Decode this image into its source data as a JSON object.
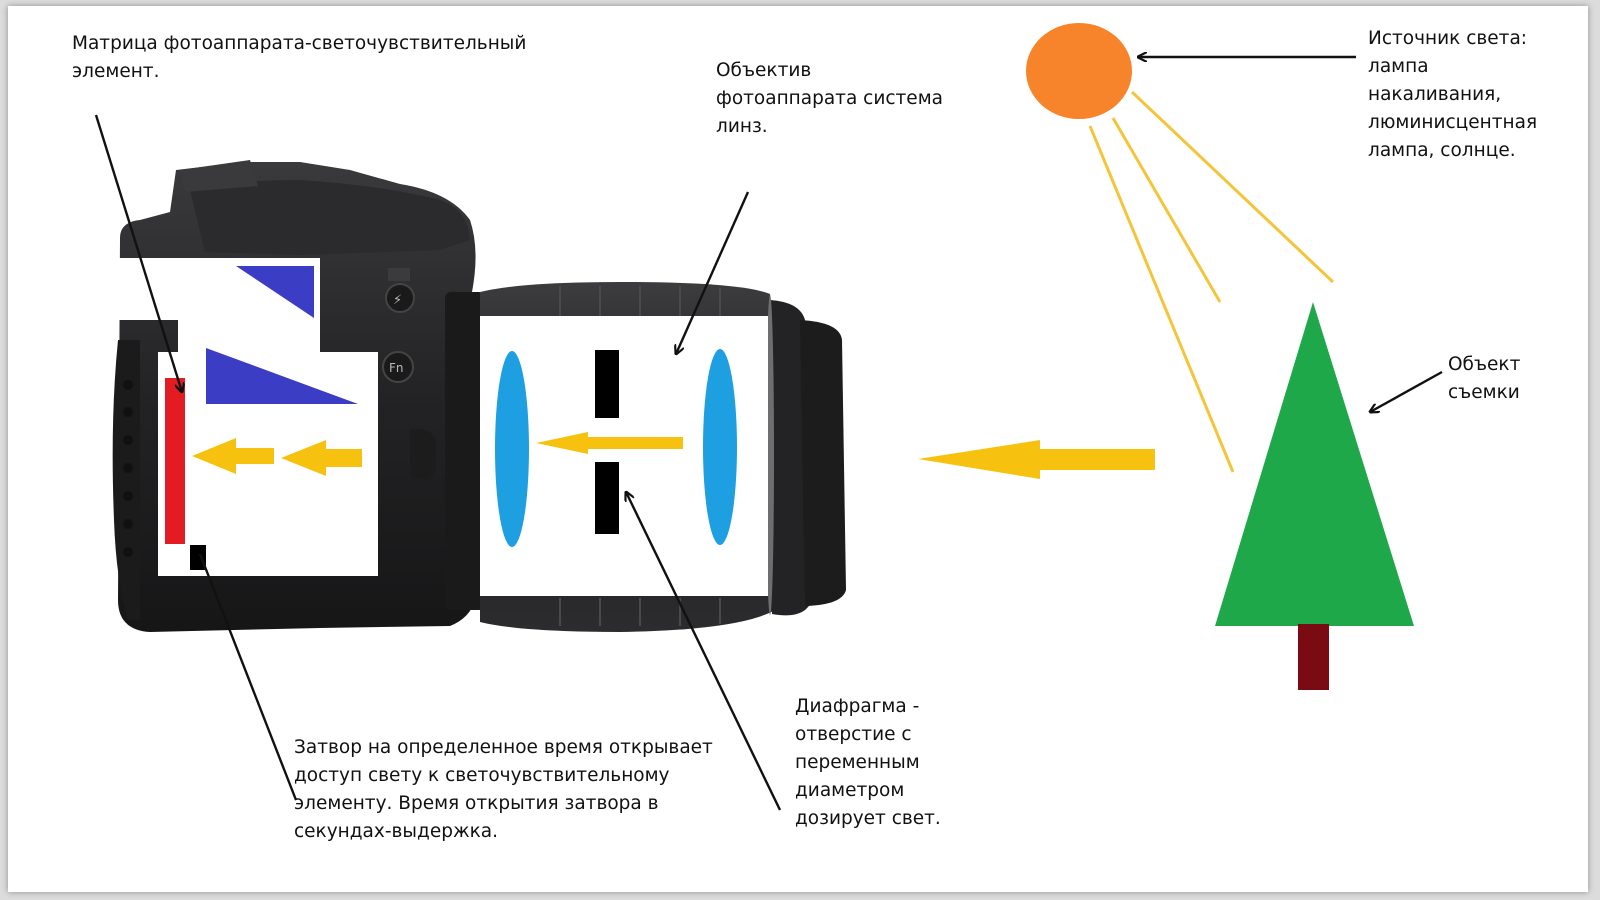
{
  "labels": {
    "matrix": "Матрица фотоаппарата-светочувствительный\nэлемент.",
    "lens": "Объектив\nфотоаппарата система\nлинз.",
    "light_source": "Источник света:\nлампа\nнакаливания,\nлюминисцентная\nлампа, солнце.",
    "object": "Объект\nсъемки",
    "shutter": "Затвор на определенное время открывает\nдоступ свету к светочувствительному\nэлементу. Время открытия затвора в\nсекундах-выдержка.",
    "aperture": "Диафрагма -\nотверстие с\nпеременным\nдиаметром\nдозирует свет."
  },
  "colors": {
    "sun": "#f7832a",
    "ray": "#f4c53a",
    "arrow": "#f6c20f",
    "tree": "#1fa84a",
    "trunk": "#7b0b12",
    "mirror": "#3b3ec4",
    "sensor": "#e31b23",
    "lens_element": "#1e9fe2",
    "camera_body": "#2a2a2c"
  },
  "icons": {
    "sun": "sun-icon",
    "tree": "tree-icon",
    "camera": "camera-icon"
  }
}
